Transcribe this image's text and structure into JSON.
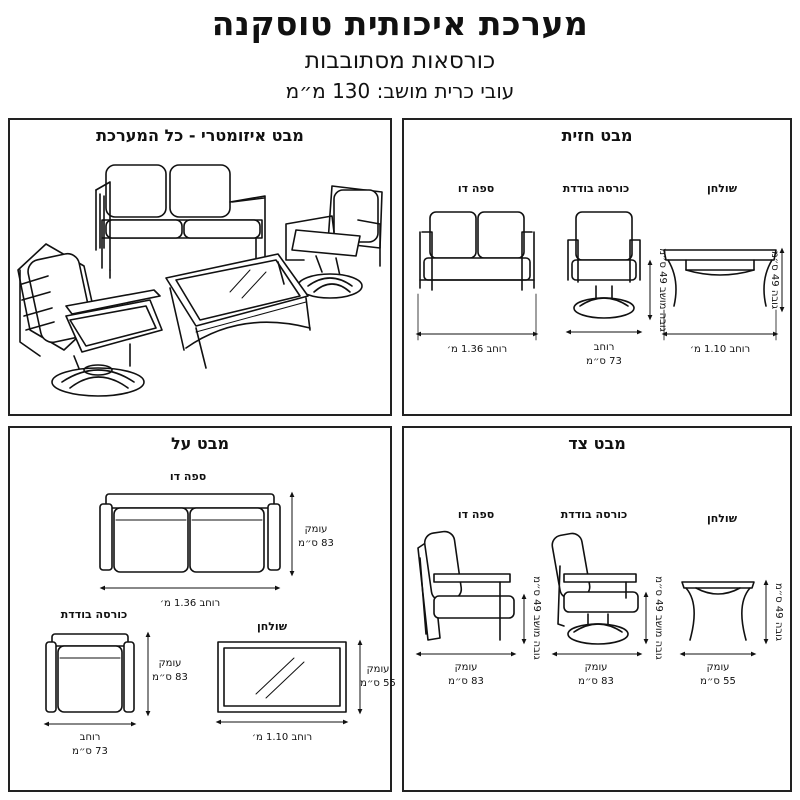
{
  "header": {
    "title": "מערכת איכותית טוסקנה",
    "subtitle": "כורסאות מסתובבות",
    "note": "עובי כרית מושב: 130 מ״מ"
  },
  "panels": {
    "isometric": {
      "title": "מבט איזומטרי - כל המערכת"
    },
    "front": {
      "title": "מבט חזית",
      "sofa_label": "ספה דו",
      "chair_label": "כורסה בודדת",
      "table_label": "שולחן",
      "sofa_width": "רוחב 1.36 מ׳",
      "chair_width_label": "רוחב",
      "chair_width_value": "73 ס״מ",
      "chair_seat_height": "גובה מושב 49 ס״מ",
      "table_height": "גובה 49 ס״מ",
      "table_width": "רוחב 1.10 מ׳"
    },
    "top": {
      "title": "מבט על",
      "sofa_label": "ספה דו",
      "sofa_depth_label": "עומק",
      "sofa_depth_value": "83 ס״מ",
      "sofa_width": "רוחב 1.36 מ׳",
      "chair_label": "כורסה בודדת",
      "chair_depth_label": "עומק",
      "chair_depth_value": "83 ס״מ",
      "chair_width_label": "רוחב",
      "chair_width_value": "73 ס״מ",
      "table_label": "שולחן",
      "table_depth_label": "עומק",
      "table_depth_value": "55 ס״מ",
      "table_width": "רוחב 1.10 מ׳"
    },
    "side": {
      "title": "מבט צד",
      "sofa_label": "ספה דו",
      "chair_label": "כורסה בודדת",
      "table_label": "שולחן",
      "sofa_seat_height": "גובה מושב 49 ס״מ",
      "chair_seat_height": "גובה מושב 49 ס״מ",
      "table_height": "גובה 49 ס״מ",
      "depth_label": "עומק",
      "sofa_depth_value": "83 ס״מ",
      "chair_depth_value": "83 ס״מ",
      "table_depth_value": "55 ס״מ"
    }
  }
}
